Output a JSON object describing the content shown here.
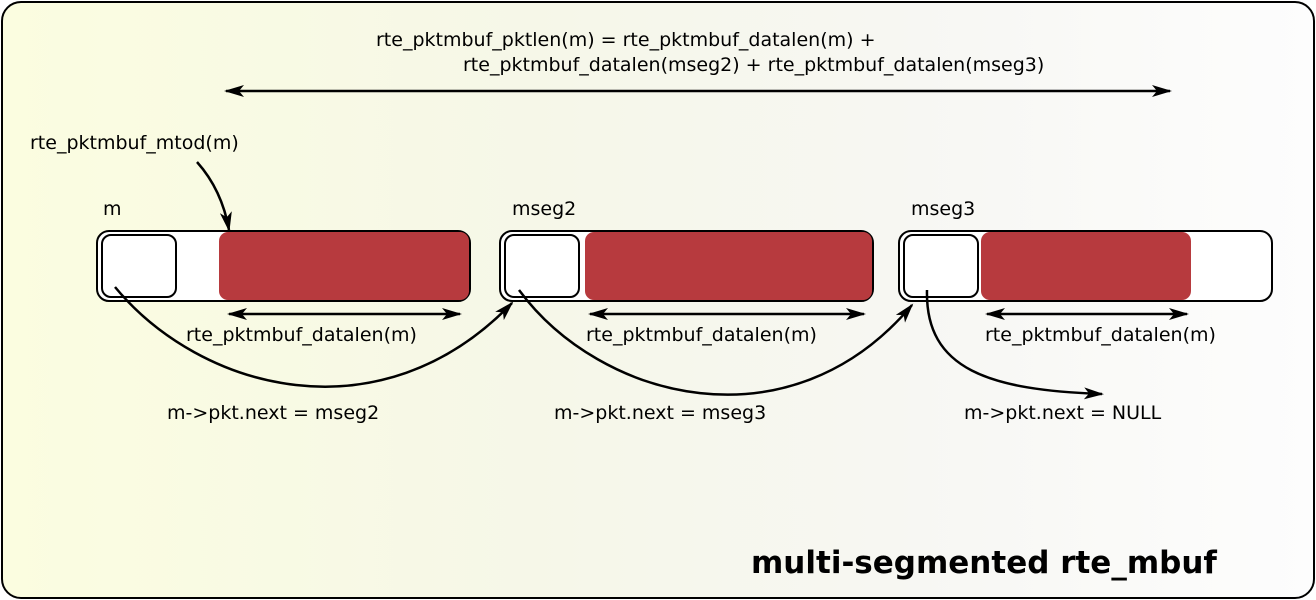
{
  "title": "multi-segmented rte_mbuf",
  "formula": {
    "line1": "rte_pktmbuf_pktlen(m) = rte_pktmbuf_datalen(m) +",
    "line2": "rte_pktmbuf_datalen(mseg2) + rte_pktmbuf_datalen(mseg3)"
  },
  "mtod_label": "rte_pktmbuf_mtod(m)",
  "segments": [
    {
      "name": "m",
      "datalen_label": "rte_pktmbuf_datalen(m)",
      "next_label": "m->pkt.next = mseg2"
    },
    {
      "name": "mseg2",
      "datalen_label": "rte_pktmbuf_datalen(m)",
      "next_label": "m->pkt.next = mseg3"
    },
    {
      "name": "mseg3",
      "datalen_label": "rte_pktmbuf_datalen(m)",
      "next_label": "m->pkt.next = NULL"
    }
  ],
  "colors": {
    "data": "#b73a3e",
    "stroke": "#000000",
    "buffer": "#ffffff"
  }
}
